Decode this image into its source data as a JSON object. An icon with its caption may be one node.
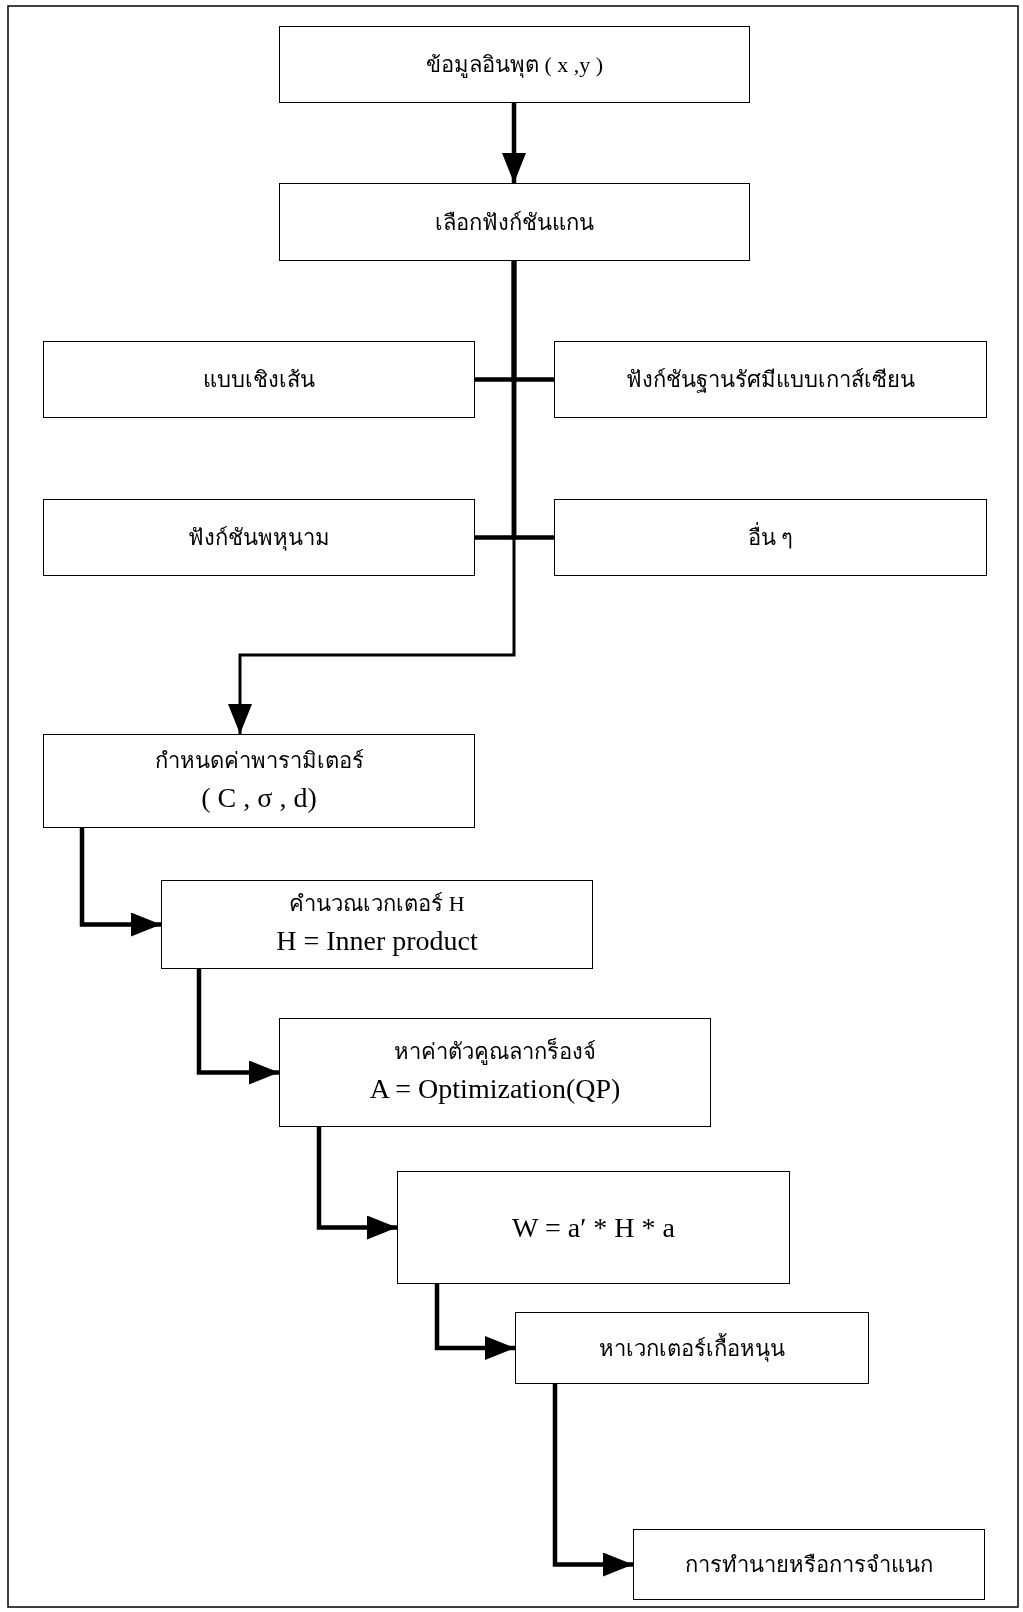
{
  "diagram": {
    "nodes": [
      {
        "text": [
          "ข้อมูลอินพุต ( x ,y )"
        ]
      },
      {
        "text": [
          "เลือกฟังก์ชันแกน"
        ]
      },
      {
        "text": [
          "แบบเชิงเส้น"
        ]
      },
      {
        "text": [
          "ฟังก์ชันฐานรัศมีแบบเกาส์เซียน"
        ]
      },
      {
        "text": [
          "ฟังก์ชันพหุนาม"
        ]
      },
      {
        "text": [
          "อื่น ๆ"
        ]
      },
      {
        "text": [
          "กำหนดค่าพารามิเตอร์",
          "( C , σ , d)"
        ]
      },
      {
        "text": [
          "คำนวณเวกเตอร์ H",
          "H = Inner product"
        ]
      },
      {
        "text": [
          "หาค่าตัวคูณลากร็องจ์",
          "A = Optimization(QP)"
        ]
      },
      {
        "text": [
          "W = a′ * H * a"
        ]
      },
      {
        "text": [
          "หาเวกเตอร์เกื้อหนุน"
        ]
      },
      {
        "text": [
          "การทำนายหรือการจำแนก"
        ]
      }
    ],
    "edges": [
      {
        "from": 0,
        "to": 1,
        "arrow": "to"
      },
      {
        "from": 1,
        "to": 2,
        "arrow": "none"
      },
      {
        "from": 1,
        "to": 3,
        "arrow": "none"
      },
      {
        "from": 1,
        "to": 4,
        "arrow": "none"
      },
      {
        "from": 1,
        "to": 5,
        "arrow": "none"
      },
      {
        "from": 1,
        "to": 6,
        "arrow": "to"
      },
      {
        "from": 6,
        "to": 7,
        "arrow": "to"
      },
      {
        "from": 7,
        "to": 8,
        "arrow": "to"
      },
      {
        "from": 8,
        "to": 9,
        "arrow": "to"
      },
      {
        "from": 9,
        "to": 10,
        "arrow": "to"
      },
      {
        "from": 10,
        "to": 11,
        "arrow": "to"
      }
    ]
  }
}
